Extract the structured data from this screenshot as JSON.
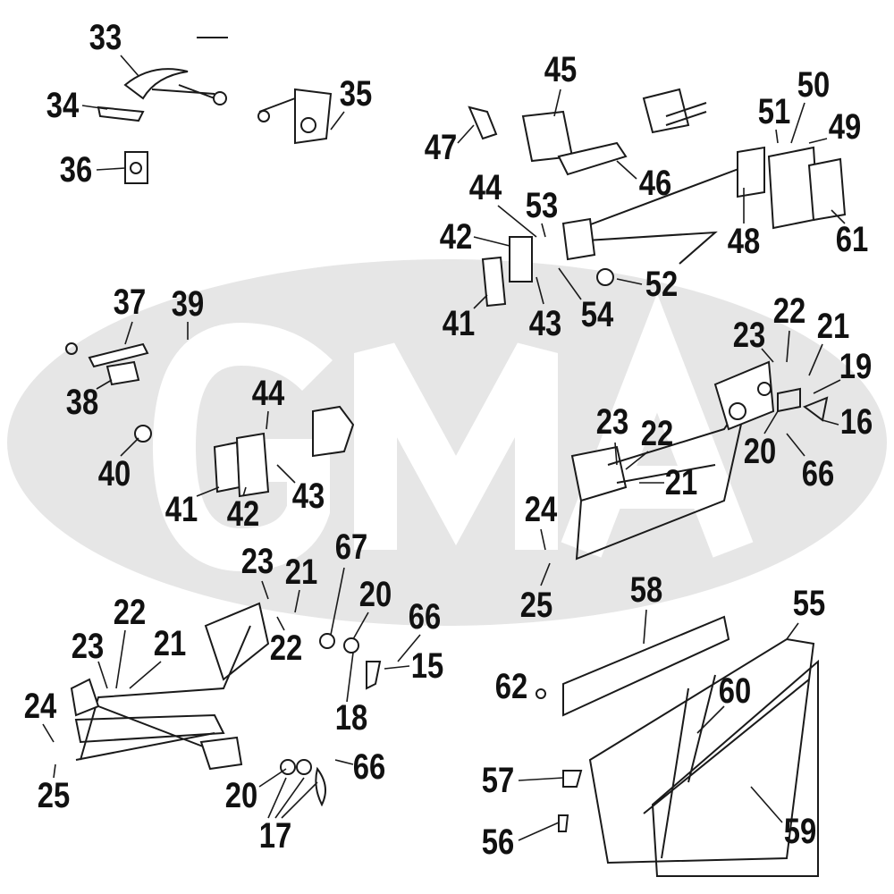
{
  "diagram": {
    "watermark": "GMA",
    "watermark_color": "#e6e6e6",
    "line_color": "#1a1a1a"
  },
  "labels": [
    "33",
    "34",
    "36",
    "35",
    "45",
    "47",
    "46",
    "50",
    "51",
    "49",
    "44",
    "53",
    "42",
    "48",
    "61",
    "52",
    "41",
    "43",
    "54",
    "37",
    "39",
    "38",
    "44",
    "40",
    "41",
    "42",
    "43",
    "22",
    "23",
    "21",
    "19",
    "16",
    "20",
    "66",
    "23",
    "22",
    "21",
    "24",
    "25",
    "58",
    "55",
    "23",
    "21",
    "67",
    "20",
    "66",
    "22",
    "22",
    "23",
    "21",
    "15",
    "24",
    "25",
    "18",
    "66",
    "20",
    "17",
    "62",
    "60",
    "57",
    "59",
    "56"
  ]
}
